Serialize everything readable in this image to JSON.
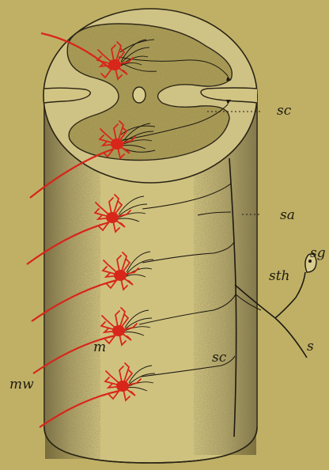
{
  "figure": {
    "labels": {
      "sc_top": "sc",
      "sa": "sa",
      "sg": "sg",
      "sth": "sth",
      "s": "s",
      "m": "m",
      "sc_bottom": "sc",
      "mw": "mw"
    },
    "colors": {
      "paper": "#bfb066",
      "cord_wall": "#d2c583",
      "gray_matter": "#ab9d55",
      "ink": "#1e1a10",
      "motor_neurons": "#d8261a"
    },
    "motor_neuron_count": 6
  }
}
